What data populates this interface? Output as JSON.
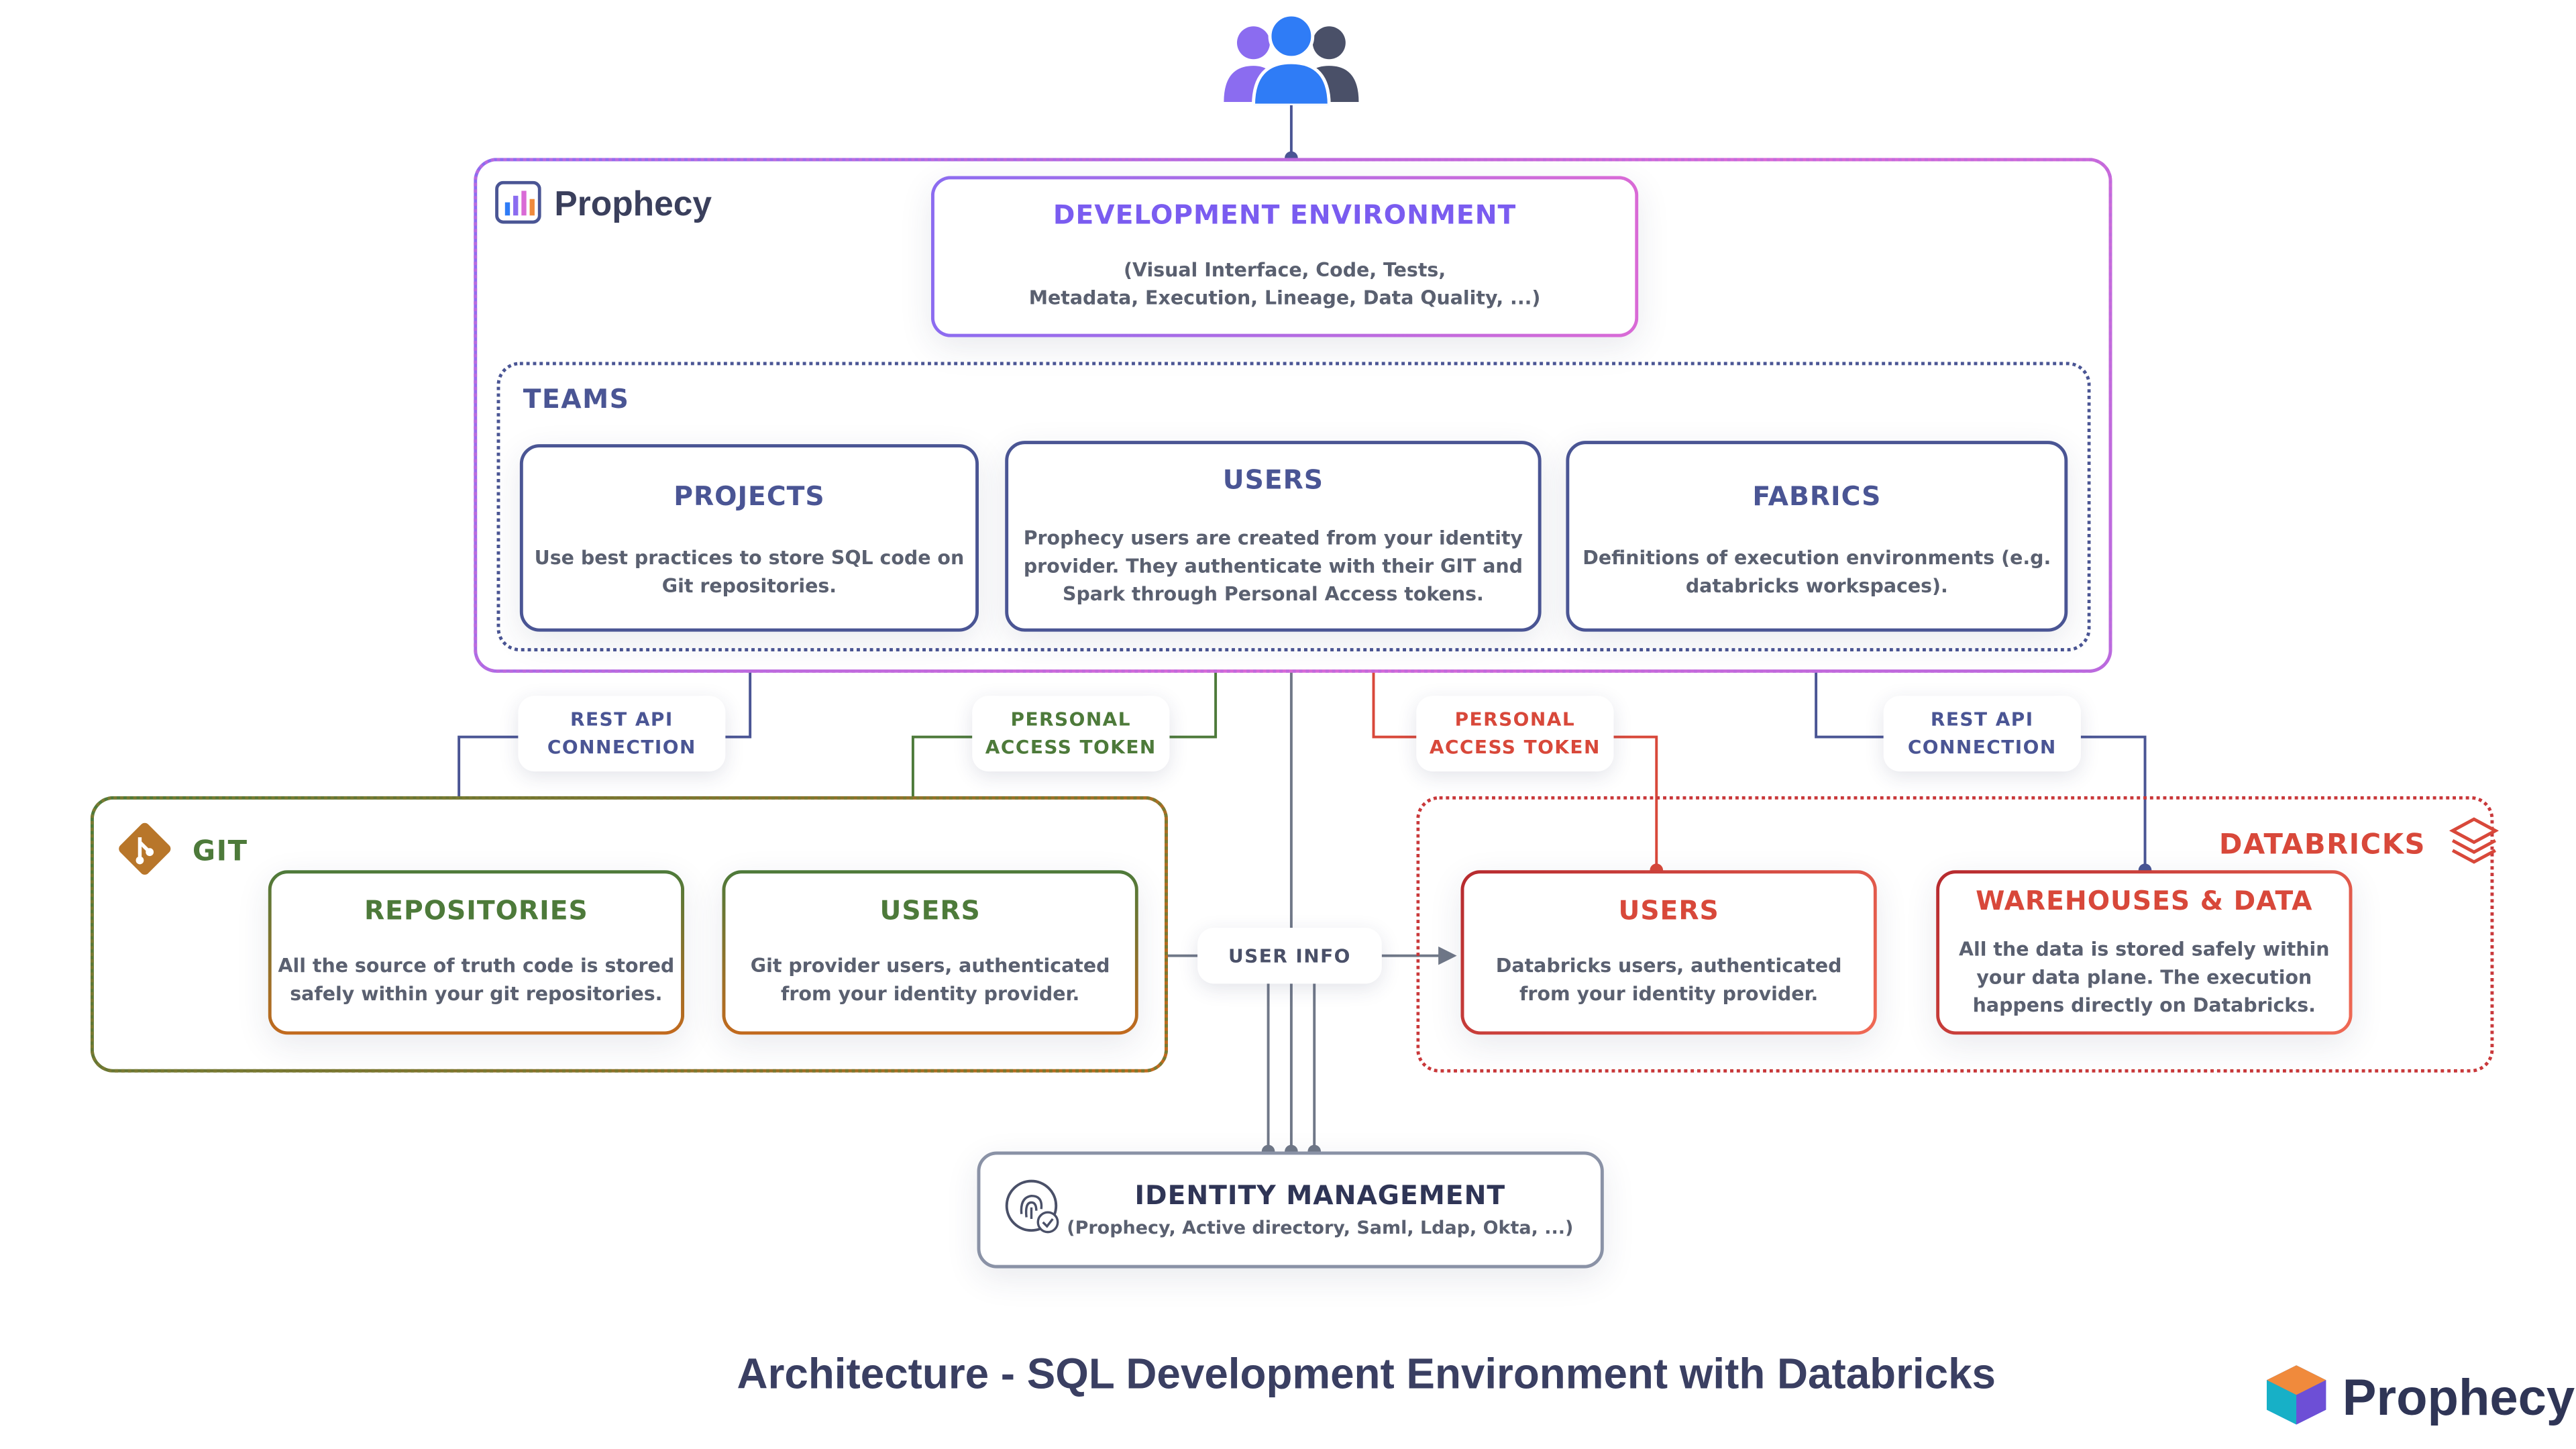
{
  "prophecy_logo_text": "Prophecy",
  "dev_env": {
    "title": "DEVELOPMENT ENVIRONMENT",
    "desc_1": "(Visual Interface, Code, Tests,",
    "desc_2": "Metadata, Execution, Lineage, Data Quality, ...)"
  },
  "teams": {
    "label": "TEAMS",
    "projects": {
      "title": "PROJECTS",
      "desc_1": "Use best practices to store SQL code on",
      "desc_2": "Git repositories."
    },
    "users": {
      "title": "USERS",
      "desc_1": "Prophecy users are created from your identity",
      "desc_2": "provider. They authenticate with their GIT and",
      "desc_3": "Spark through Personal Access tokens."
    },
    "fabrics": {
      "title": "FABRICS",
      "desc_1": "Definitions of execution environments (e.g.",
      "desc_2": "databricks workspaces)."
    }
  },
  "connectors": {
    "rest_api_left_1": "REST API",
    "rest_api_left_2": "CONNECTION",
    "pat_git_1": "PERSONAL",
    "pat_git_2": "ACCESS TOKEN",
    "pat_db_1": "PERSONAL",
    "pat_db_2": "ACCESS TOKEN",
    "rest_api_right_1": "REST API",
    "rest_api_right_2": "CONNECTION",
    "user_info": "USER INFO"
  },
  "git": {
    "label": "GIT",
    "repositories": {
      "title": "REPOSITORIES",
      "desc_1": "All the source of truth code is stored",
      "desc_2": "safely within your git repositories."
    },
    "users": {
      "title": "USERS",
      "desc_1": "Git provider users, authenticated",
      "desc_2": "from your identity provider."
    }
  },
  "databricks": {
    "label": "DATABRICKS",
    "users": {
      "title": "USERS",
      "desc_1": "Databricks users, authenticated",
      "desc_2": "from your identity provider."
    },
    "warehouses": {
      "title": "WAREHOUSES & DATA",
      "desc_1": "All the data is stored safely within",
      "desc_2": "your data plane. The execution",
      "desc_3": "happens directly on Databricks."
    }
  },
  "identity": {
    "title": "IDENTITY MANAGEMENT",
    "desc": "(Prophecy, Active directory, Saml, Ldap, Okta, ...)"
  },
  "footer": {
    "caption": "Architecture - SQL Development Environment with Databricks",
    "brand": "Prophecy"
  },
  "colors": {
    "navy": "#4a5594",
    "purple": "#7a5cf0",
    "green": "#4d7a3a",
    "red": "#d8483a",
    "dark_red": "#b62a2e",
    "grey": "#707888",
    "orange": "#c26a1e"
  },
  "icons": [
    "users-group-icon",
    "prophecy-chart-logo-icon",
    "git-logo-icon",
    "databricks-logo-icon",
    "fingerprint-icon",
    "prophecy-cube-logo-icon"
  ]
}
